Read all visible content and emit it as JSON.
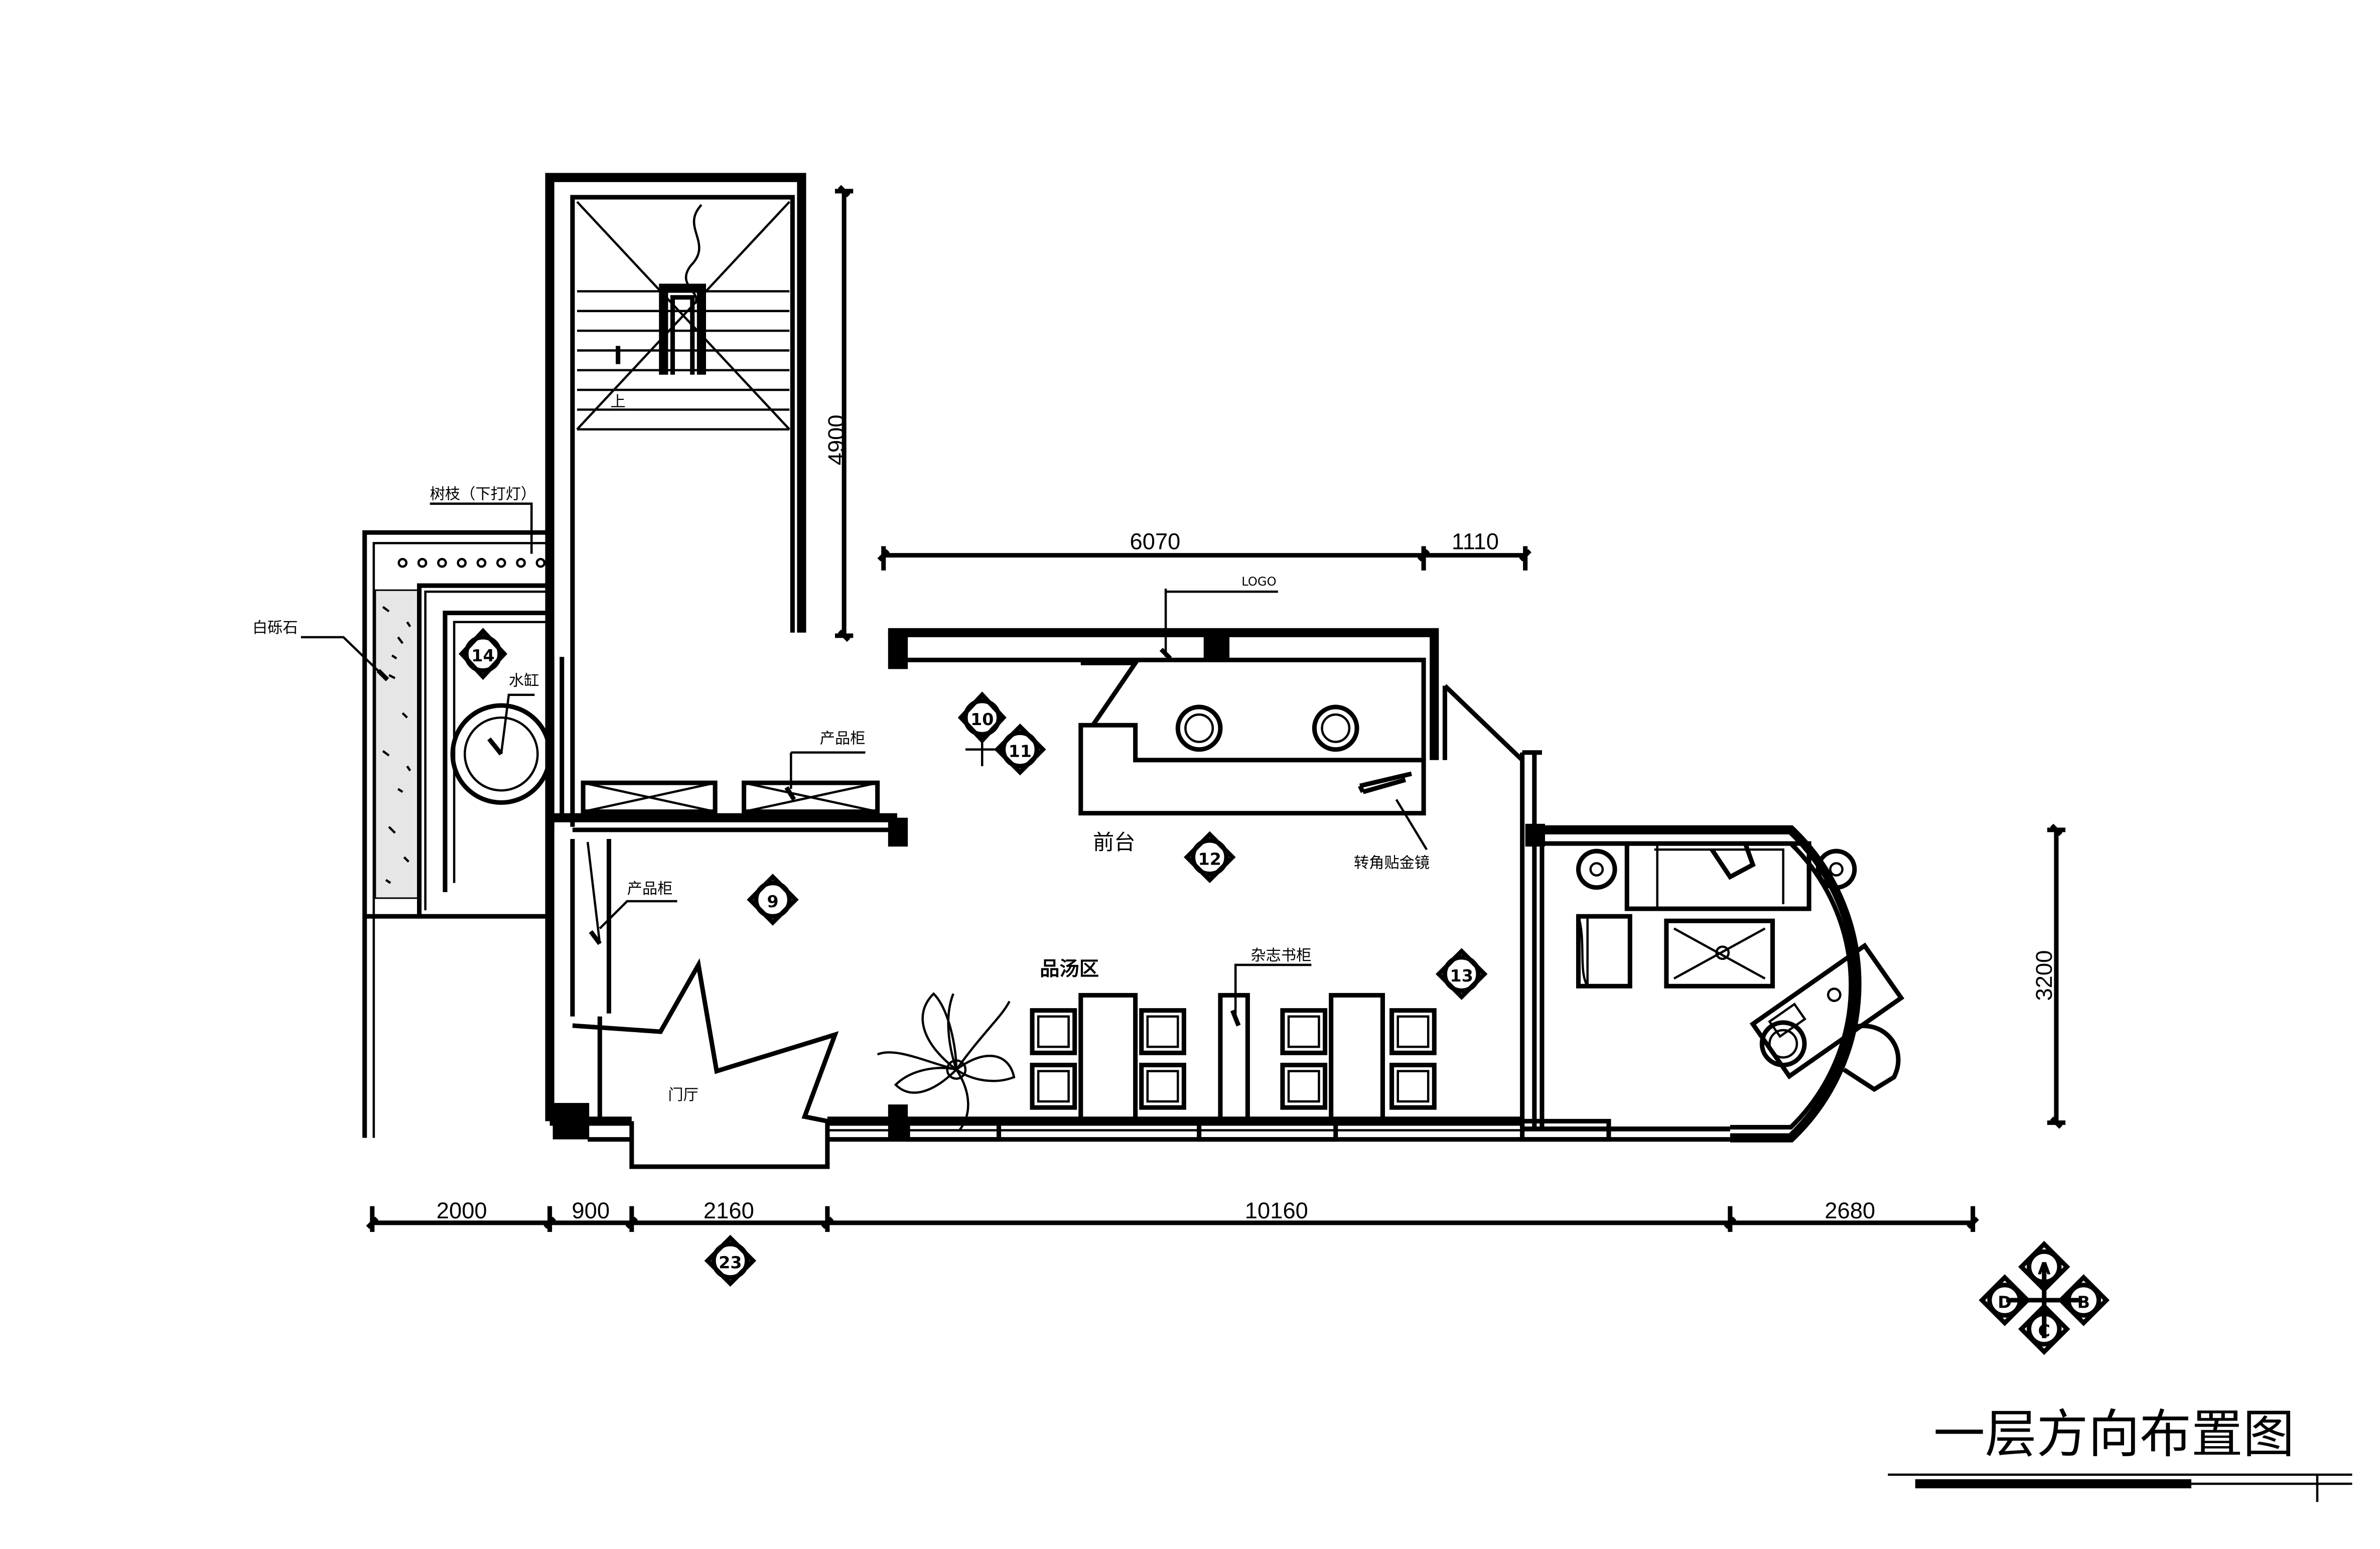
{
  "title": "一层方向布置图",
  "dimensions": {
    "bottom": [
      "2000",
      "900",
      "2160",
      "10160",
      "2680"
    ],
    "top_front": "6070",
    "top_right": "1110",
    "stair_height": "4900",
    "right_height": "3200"
  },
  "labels": {
    "stair_up": "上",
    "branches": "树枝（下打灯）",
    "pebbles": "白砾石",
    "water_tank": "水缸",
    "product_cabinet_top": "产品柜",
    "product_cabinet_left": "产品柜",
    "logo": "LOGO",
    "front_desk": "前台",
    "corner_mirror": "转角贴金镜",
    "tasting_area": "品汤区",
    "magazine_cabinet": "杂志书柜",
    "foyer": "门厅"
  },
  "view_markers": [
    "9",
    "10",
    "11",
    "12",
    "13",
    "14",
    "23"
  ],
  "compass": {
    "north": "A",
    "east": "B",
    "south": "C",
    "west": "D"
  }
}
